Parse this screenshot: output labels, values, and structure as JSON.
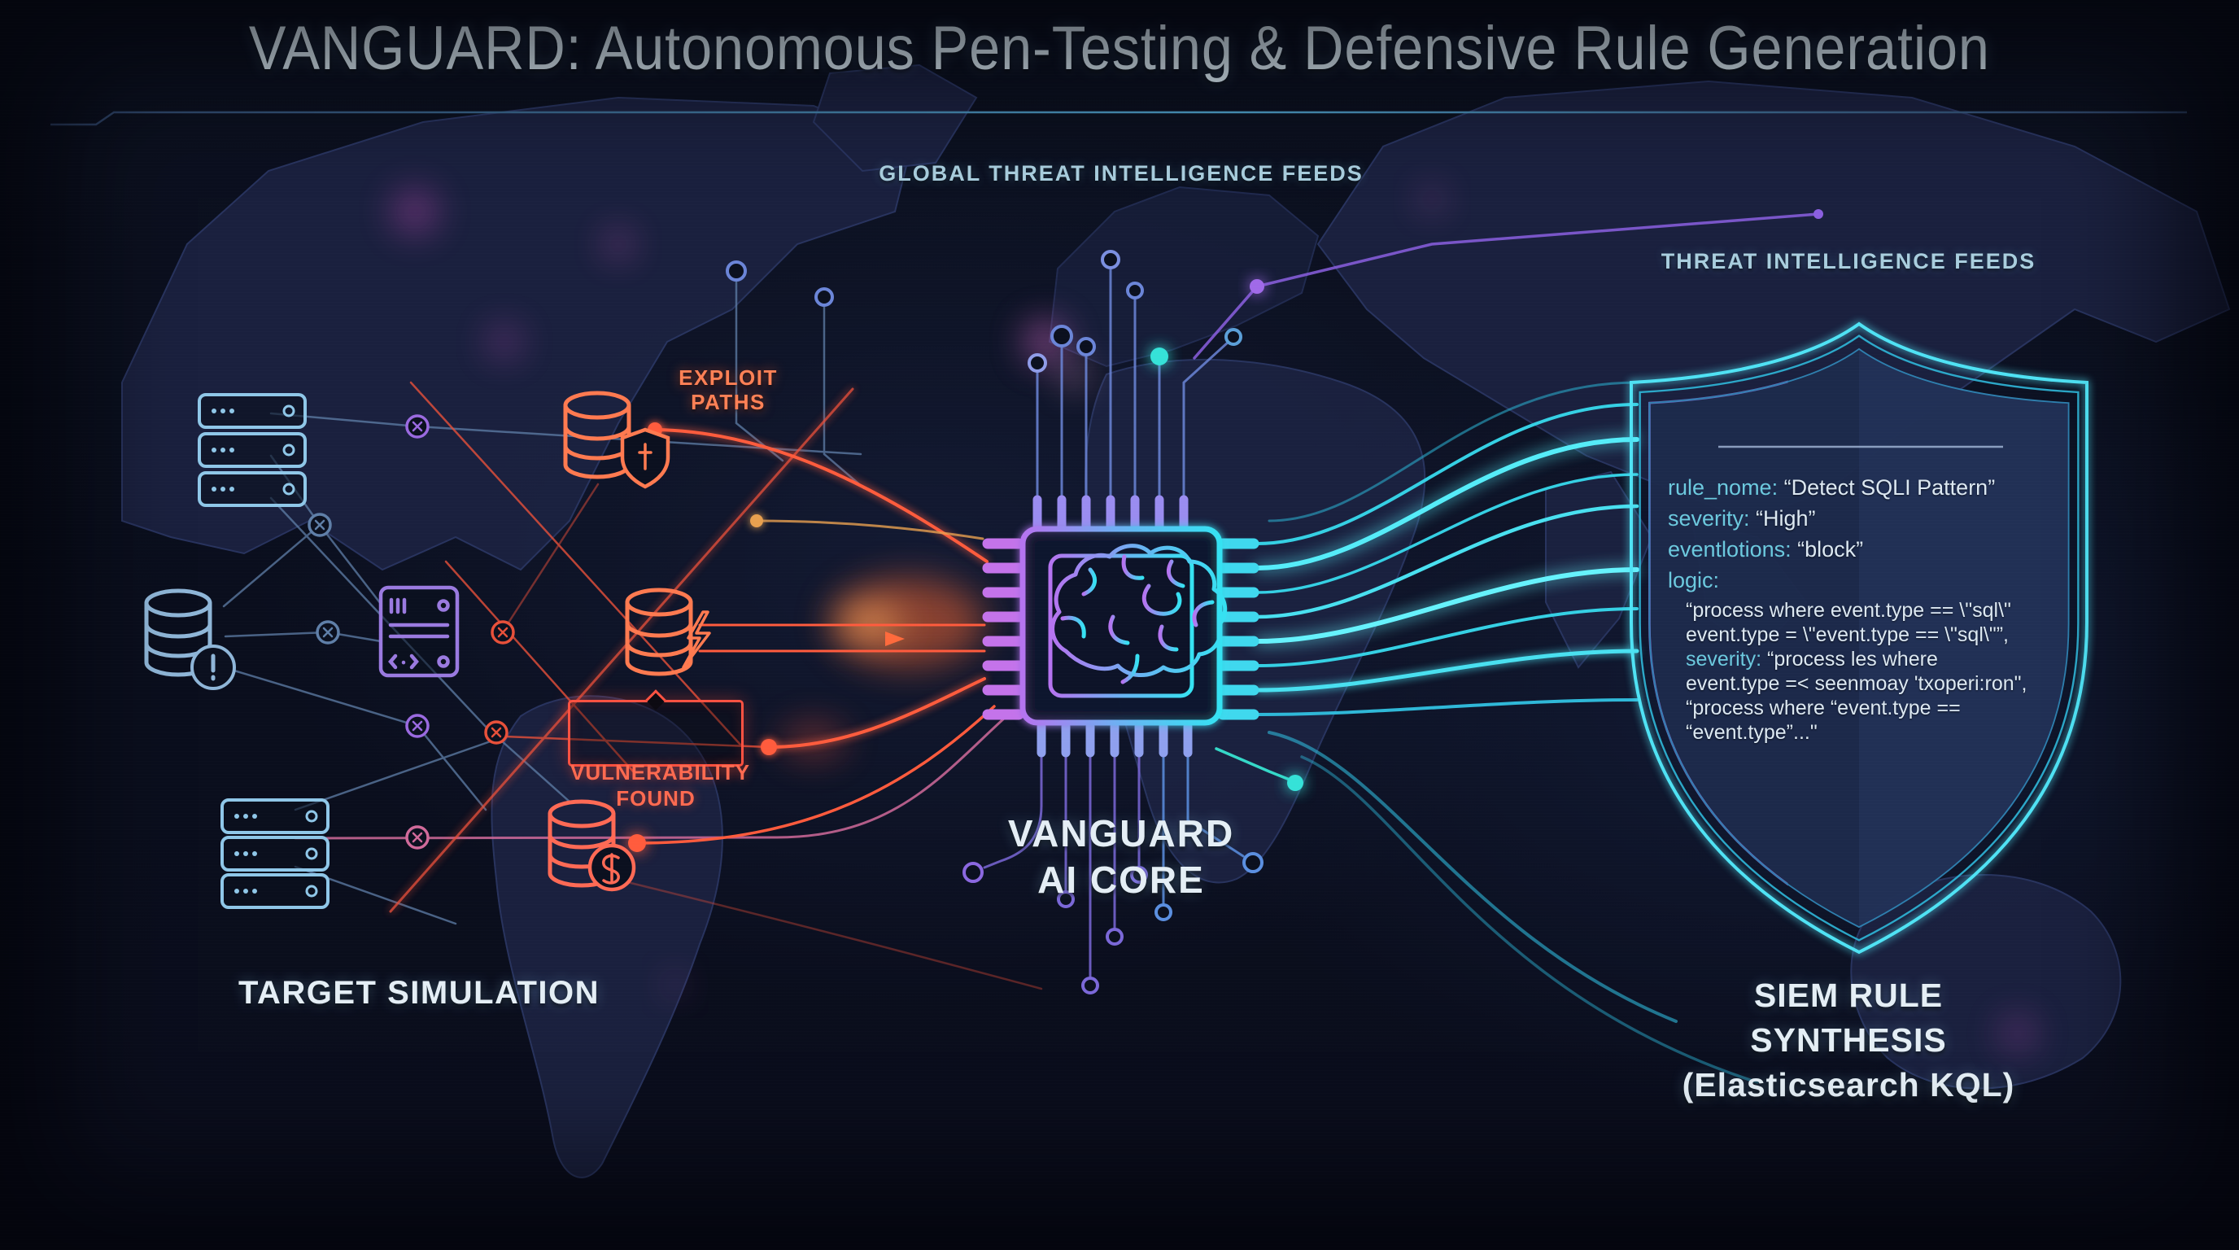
{
  "title": "VANGUARD: Autonomous Pen-Testing & Defensive Rule Generation",
  "labels": {
    "global_feeds": "GLOBAL THREAT INTELLIGENCE FEEDS",
    "threat_feeds": "THREAT INTELLIGENCE FEEDS",
    "exploit_paths": "EXPLOIT\nPATHS",
    "vulnerability_found": "VULNERABILITY\nFOUND",
    "ai_core": "VANGUARD\nAI CORE",
    "target_simulation": "TARGET SIMULATION",
    "siem_synthesis": "SIEM RULE SYNTHESIS\n(Elasticsearch KQL)"
  },
  "shield_code": {
    "lines": [
      {
        "key": "rule_nome:",
        "text": " “Detect SQLI Pattern”"
      },
      {
        "key": "severity:",
        "text": " “High”"
      },
      {
        "key": "eventlotions:",
        "text": " “block”"
      },
      {
        "key": "logic:",
        "text": ""
      },
      {
        "key": "",
        "text": "“process where event.type == \\\"sql\\\""
      },
      {
        "key": "",
        "text": "event.type = \\\"event.type == \\\"sql\\\"”,"
      },
      {
        "key": "severity:",
        "text": " “process les where"
      },
      {
        "key": "",
        "text": "event.type =< seenmoay 'txoperi:ron\","
      },
      {
        "key": "",
        "text": "“process where “event.type =="
      },
      {
        "key": "",
        "text": "“event.type”...\""
      }
    ]
  },
  "icons": {
    "left": [
      "server-rack-icon",
      "database-info-icon",
      "app-server-icon",
      "database-shield-icon",
      "database-bolt-icon",
      "server-rack-icon",
      "database-dollar-icon"
    ],
    "center": [
      "chip-icon",
      "brain-icon"
    ],
    "right": [
      "shield-icon"
    ]
  },
  "colors": {
    "background": "#0b101f",
    "cyan": "#3fd8ee",
    "red": "#ff5b3d",
    "orange": "#ff8a4a",
    "purple": "#9a6ae0",
    "pink": "#d06a9a",
    "label_blue": "#a9cede",
    "text_light": "#e4eef5",
    "shield_fill": "#1d2a4b",
    "code_key": "#6cc9de",
    "code_text": "#dce8f2"
  }
}
